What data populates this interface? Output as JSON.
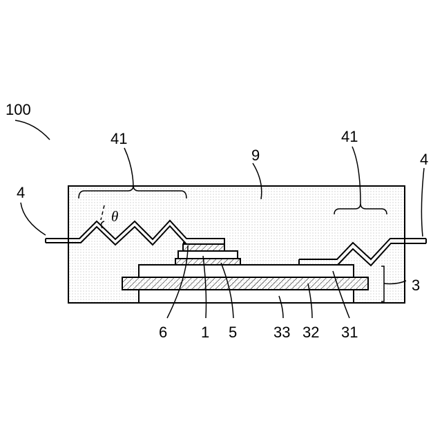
{
  "figure": {
    "labels": {
      "device": "100",
      "resin": "9",
      "bent_left": "41",
      "bent_right": "41",
      "lead_left": "4",
      "lead_right": "4",
      "angle": "θ",
      "substrate": "3",
      "chip": "6",
      "element": "1",
      "bond": "5",
      "base_layer": "33",
      "insulator": "32",
      "pattern": "31"
    }
  },
  "colors": {
    "line": "#000000",
    "background": "#ffffff",
    "resin_dots": "#9a9a9a"
  }
}
